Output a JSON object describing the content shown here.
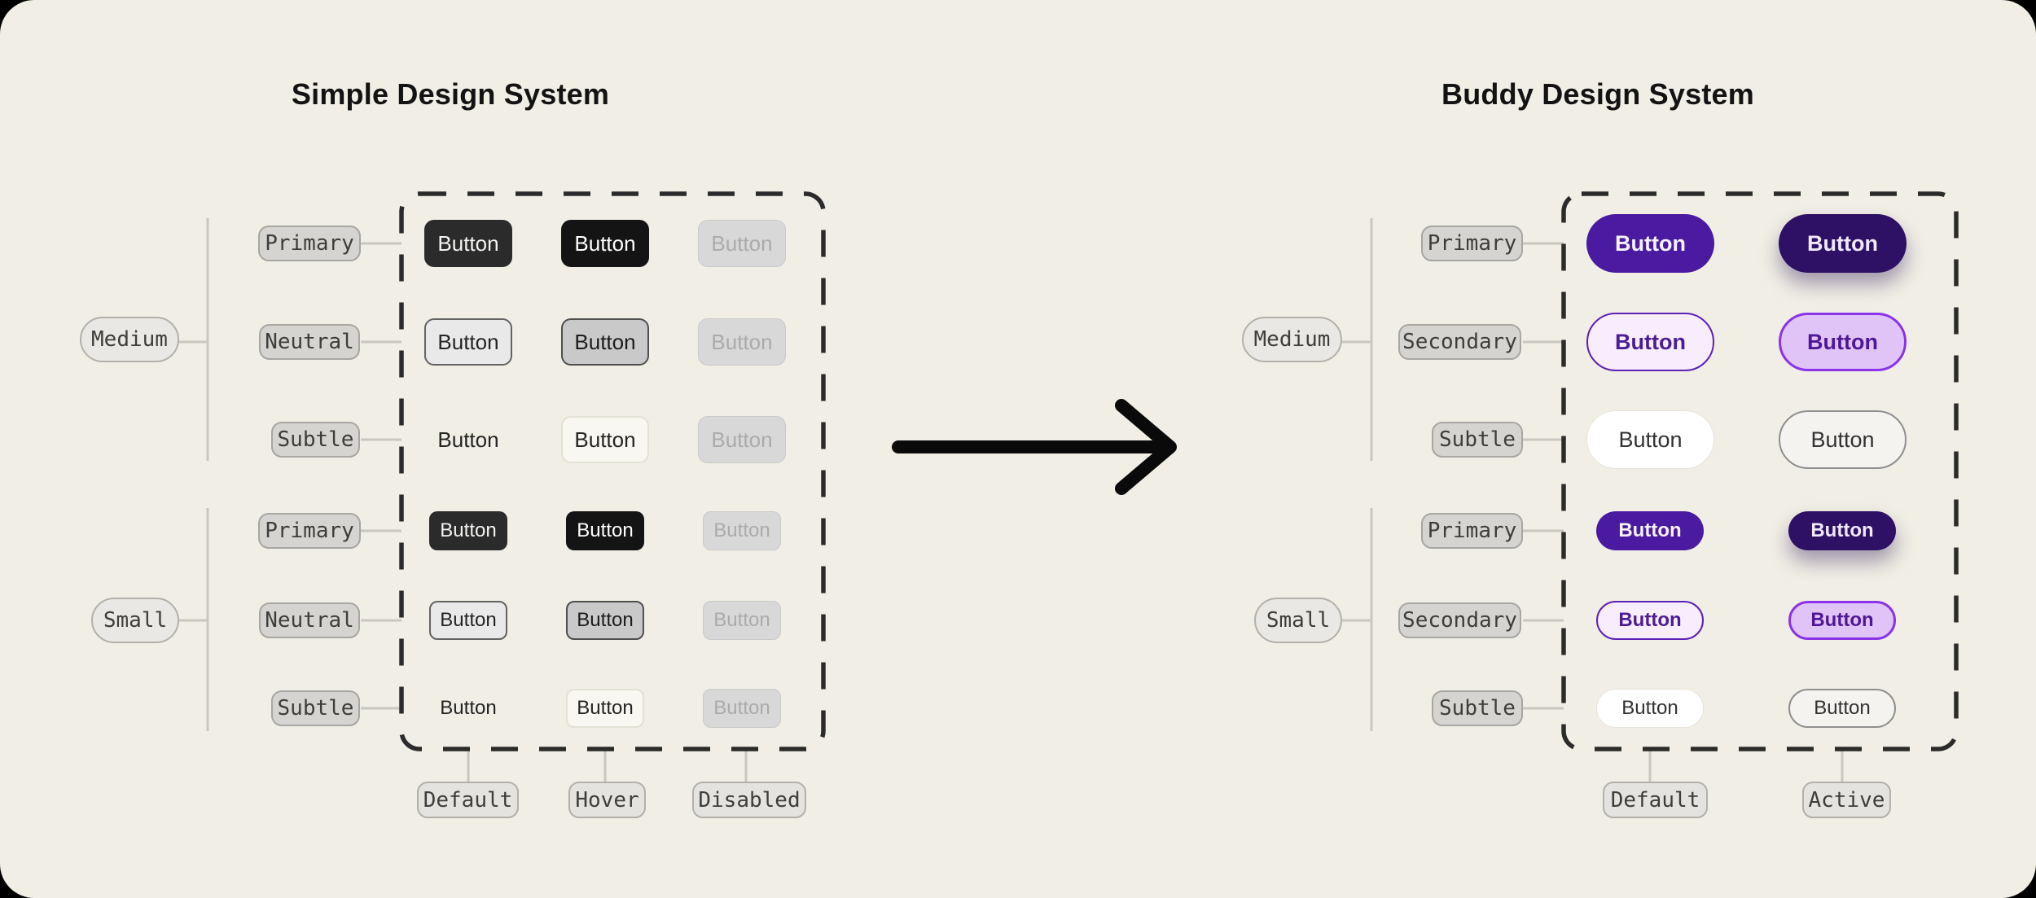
{
  "left": {
    "title": "Simple Design System",
    "sizes": [
      "Medium",
      "Small"
    ],
    "variants": [
      "Primary",
      "Neutral",
      "Subtle"
    ],
    "states": [
      "Default",
      "Hover",
      "Disabled"
    ],
    "button_label": "Button"
  },
  "right": {
    "title": "Buddy Design System",
    "sizes": [
      "Medium",
      "Small"
    ],
    "variants": [
      "Primary",
      "Secondary",
      "Subtle"
    ],
    "states": [
      "Default",
      "Active"
    ],
    "button_label": "Button"
  },
  "colors": {
    "canvas_bg": "#f1eee5",
    "outer_bg": "#000000",
    "dashed_frame": "#2b2b2b",
    "connector": "#c9c7c0",
    "simple_primary": "#2b2b2b",
    "simple_primary_hover": "#141414",
    "simple_neutral_bg": "#e9e9e9",
    "simple_disabled_bg": "#d8d8d8",
    "buddy_primary": "#4a1aa0",
    "buddy_primary_active": "#2e1065",
    "buddy_secondary_bg": "#f7edfd",
    "buddy_secondary_border": "#5b21b6",
    "buddy_secondary_active_bg": "#e0c4f8",
    "buddy_secondary_active_border": "#8a33e8"
  }
}
